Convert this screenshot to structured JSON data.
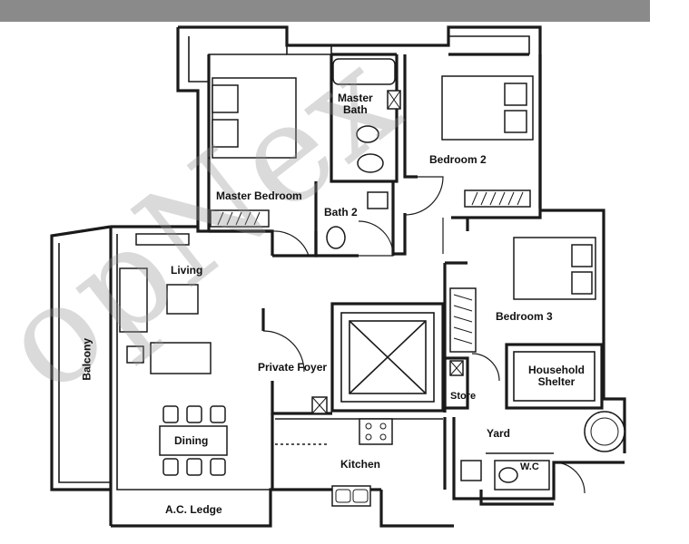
{
  "plan": {
    "watermark": "opNex",
    "rooms": {
      "master_bath": "Master\nBath",
      "bedroom_2": "Bedroom 2",
      "master_bedroom": "Master Bedroom",
      "bath_2": "Bath 2",
      "living": "Living",
      "bedroom_3": "Bedroom 3",
      "balcony": "Balcony",
      "private_foyer": "Private Foyer",
      "household_shelter": "Household\nShelter",
      "store": "Store",
      "dining": "Dining",
      "yard": "Yard",
      "wc": "W.C",
      "kitchen": "Kitchen",
      "ac_ledge": "A.C. Ledge"
    },
    "colors": {
      "wall": "#1a1a1a",
      "background": "#ffffff",
      "top_band": "#8a8a8a",
      "watermark": "#969696"
    }
  }
}
